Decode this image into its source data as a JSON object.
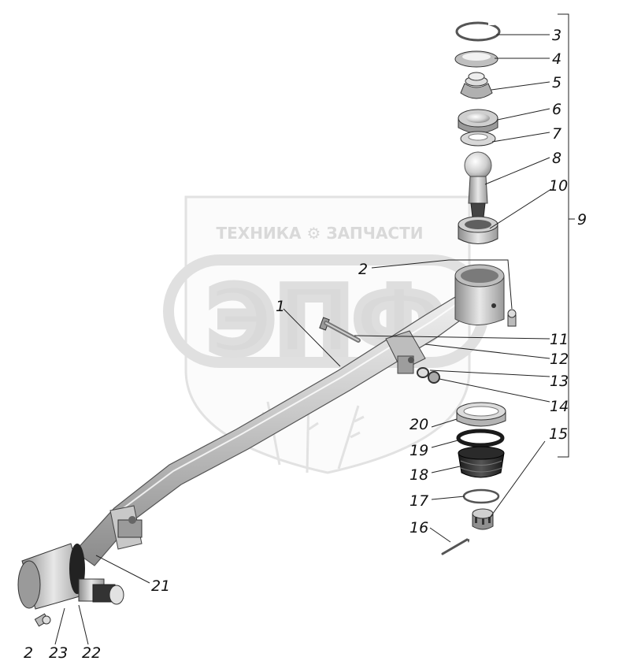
{
  "watermark": {
    "brand_line": "ТЕХНИКА ⚙ ЗАПЧАСТИ",
    "logo_letters": "ЭПФ"
  },
  "callouts": [
    {
      "id": "c3",
      "text": "3"
    },
    {
      "id": "c4",
      "text": "4"
    },
    {
      "id": "c5",
      "text": "5"
    },
    {
      "id": "c6",
      "text": "6"
    },
    {
      "id": "c7",
      "text": "7"
    },
    {
      "id": "c8",
      "text": "8"
    },
    {
      "id": "c10",
      "text": "10"
    },
    {
      "id": "c9",
      "text": "9"
    },
    {
      "id": "c2a",
      "text": "2"
    },
    {
      "id": "c1",
      "text": "1"
    },
    {
      "id": "c11",
      "text": "11"
    },
    {
      "id": "c12",
      "text": "12"
    },
    {
      "id": "c13",
      "text": "13"
    },
    {
      "id": "c14",
      "text": "14"
    },
    {
      "id": "c20",
      "text": "20"
    },
    {
      "id": "c19",
      "text": "19"
    },
    {
      "id": "c18",
      "text": "18"
    },
    {
      "id": "c15",
      "text": "15"
    },
    {
      "id": "c17",
      "text": "17"
    },
    {
      "id": "c16",
      "text": "16"
    },
    {
      "id": "c21",
      "text": "21"
    },
    {
      "id": "c2b",
      "text": "2"
    },
    {
      "id": "c23",
      "text": "23"
    },
    {
      "id": "c22",
      "text": "22"
    }
  ]
}
